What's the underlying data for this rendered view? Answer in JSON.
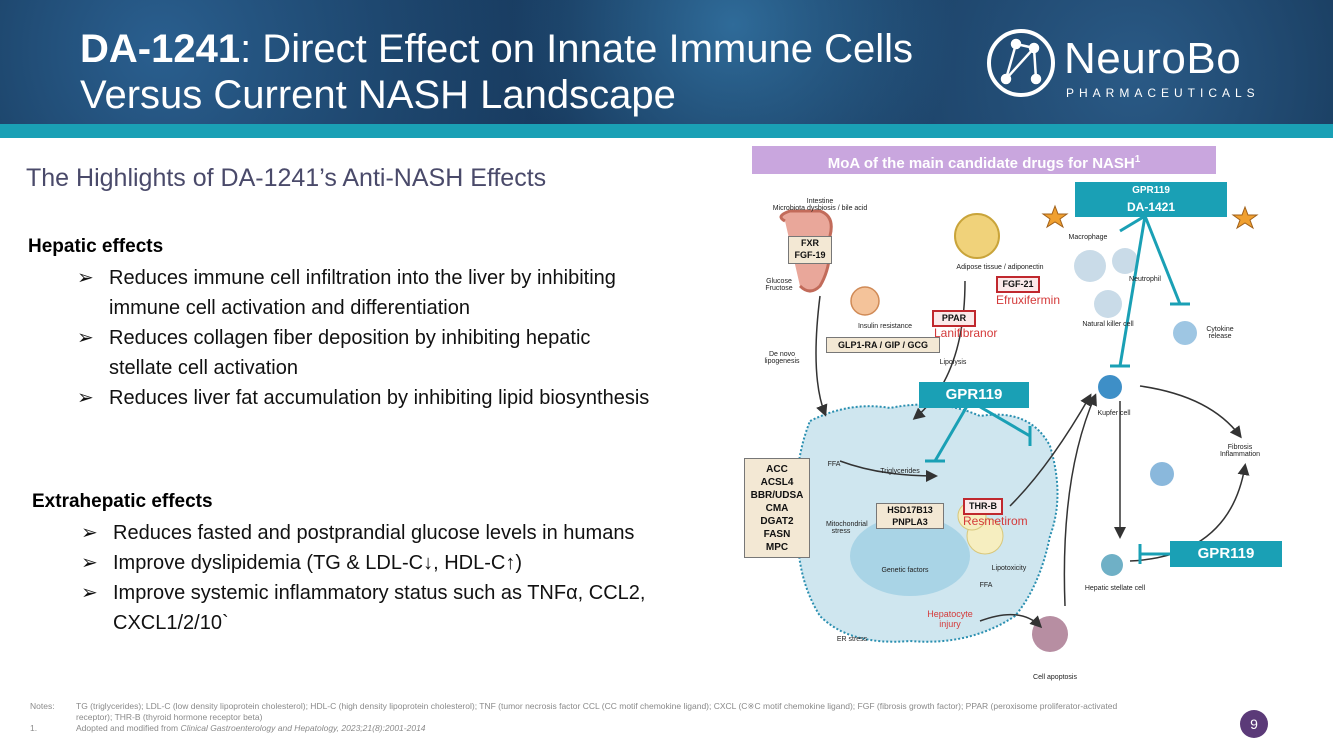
{
  "header": {
    "title_bold": "DA-1241",
    "title_rest": ": Direct Effect on Innate Immune Cells Versus Current NASH Landscape",
    "logo_name": "NeuroBo",
    "logo_sub": "PHARMACEUTICALS"
  },
  "subtitle": "The Highlights of DA-1241’s Anti-NASH Effects",
  "hepatic": {
    "heading": "Hepatic effects",
    "items": [
      "Reduces immune cell infiltration into the liver by inhibiting immune cell activation and differentiation",
      "Reduces collagen fiber deposition by inhibiting hepatic stellate cell activation",
      "Reduces liver fat accumulation by inhibiting lipid biosynthesis"
    ]
  },
  "extrahepatic": {
    "heading": "Extrahepatic effects",
    "items": [
      "Reduces fasted and postprandial glucose levels in humans",
      "Improve dyslipidemia (TG & LDL-C↓, HDL-C↑)",
      "Improve systemic inflammatory status such as TNFα, CCL2, CXCL1/2/10`"
    ]
  },
  "bullet_glyph": "➢",
  "diagram": {
    "banner": "MoA of the main candidate drugs for NASH",
    "banner_sup": "1",
    "gpr_top_line1": "GPR119",
    "gpr_top_line2": "DA-1421",
    "gpr_mid": "GPR119",
    "gpr_right": "GPR119",
    "intestine_label": "Intestine\nMicrobiota dysbiosis / bile acid",
    "fxr": "FXR\nFGF-19",
    "glucose": "Glucose\nFructose",
    "adipose_label": "Adipose tissue / adiponectin",
    "fgf21": "FGF-21",
    "efruxifermin": "Efruxifermin",
    "ppar": "PPAR",
    "lanifibranor": "Lanifibranor",
    "insulin": "Insulin resistance",
    "glp1": "GLP1-RA / GIP / GCG",
    "denovo": "De novo lipogenesis",
    "lipolysis": "Lipolysis",
    "macrophage": "Macrophage",
    "neutrophil": "Neutrophil",
    "nk": "Natural killer cell",
    "cytokine": "Cytokine release",
    "kupfer": "Kupfer cell",
    "fibrosis": "Fibrosis Inflammation",
    "stellate": "Hepatic stellate cell",
    "apoptosis": "Cell apoptosis",
    "enzymes": [
      "ACC",
      "ACSL4",
      "BBR/UDSA",
      "CMA",
      "DGAT2",
      "FASN",
      "MPC"
    ],
    "ffa": "FFA",
    "ffa2": "FFA",
    "triglycerides": "Triglycerides",
    "mito": "Mitochondrial stress",
    "hsd": "HSD17B13\nPNPLA3",
    "genetic": "Genetic factors",
    "thrb": "THR-B",
    "resmetirom": "Resmetirom",
    "lipotox": "Lipotoxicity",
    "er": "ER stress",
    "injury": "Hepatocyte injury"
  },
  "notes": {
    "label": "Notes:",
    "line1": "TG (triglycerides); LDL-C (low density lipoprotein cholesterol); HDL-C (high density lipoprotein cholesterol); TNF (tumor necrosis factor CCL (CC motif chemokine ligand); CXCL (C※C motif chemokine ligand); FGF (fibrosis growth factor); PPAR (peroxisome proliferator-activated",
    "line2": "receptor); THR-B (thyroid hormone receptor beta)",
    "ref_num": "1.",
    "ref_text": "Adopted and modified from ",
    "ref_journal": "Clinical Gastroenterology and Hepatology, 2023;21(8):2001-2014"
  },
  "page_number": "9",
  "colors": {
    "teal": "#1aa0b5",
    "banner": "#c9a6de",
    "badge": "#5b3a78",
    "red": "#d43a3a"
  }
}
